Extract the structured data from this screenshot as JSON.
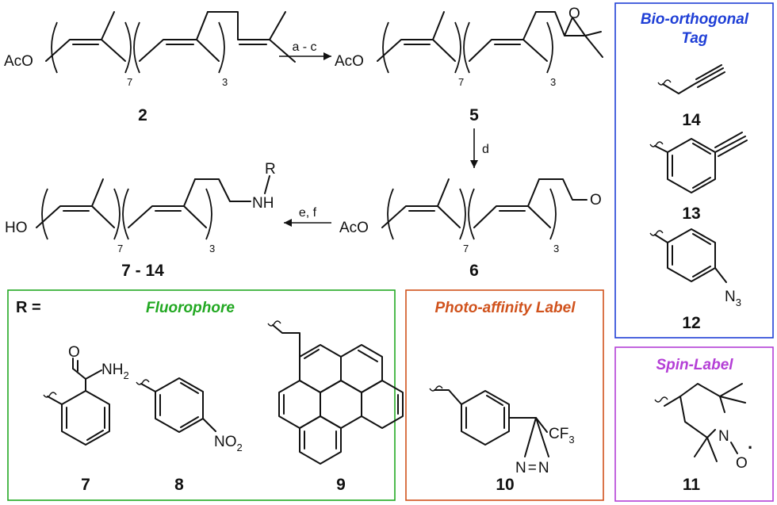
{
  "scheme": {
    "compound_2": {
      "label": "2",
      "end_group": "AcO",
      "repeat_a": "7",
      "repeat_b": "3"
    },
    "compound_5": {
      "label": "5",
      "end_group": "AcO",
      "repeat_a": "7",
      "repeat_b": "3",
      "epoxide_atom": "O"
    },
    "compound_6": {
      "label": "6",
      "end_group": "AcO",
      "repeat_a": "7",
      "repeat_b": "3",
      "aldehyde_atom": "O"
    },
    "compound_7_14": {
      "label": "7 - 14",
      "end_group": "HO",
      "repeat_a": "7",
      "repeat_b": "3",
      "amine_nh": "NH",
      "amine_r": "R"
    },
    "step_1": "a - c",
    "step_2": "d",
    "step_3": "e, f"
  },
  "fluorophore_box": {
    "r_equals": "R =",
    "title": "Fluorophore",
    "color": "#22a822",
    "compounds": [
      {
        "label": "7",
        "group": "NH",
        "group_sub": "2",
        "carbonyl": "O"
      },
      {
        "label": "8",
        "group": "NO",
        "group_sub": "2"
      },
      {
        "label": "9"
      }
    ]
  },
  "photoaffinity_box": {
    "title": "Photo-affinity Label",
    "color": "#d0521c",
    "compound": {
      "label": "10",
      "group": "CF",
      "group_sub": "3",
      "diazirine_n1": "N",
      "diazirine_eq": "=",
      "diazirine_n2": "N"
    }
  },
  "bioorthogonal_box": {
    "title_line1": "Bio-orthogonal",
    "title_line2": "Tag",
    "color": "#1f3fd6",
    "compounds": [
      {
        "label": "14"
      },
      {
        "label": "13"
      },
      {
        "label": "12",
        "group": "N",
        "group_sub": "3"
      }
    ]
  },
  "spinlabel_box": {
    "title": "Spin-Label",
    "color": "#b43fd6",
    "compound": {
      "label": "11",
      "atom_n": "N",
      "atom_o": "O",
      "radical_dot": "·"
    }
  }
}
